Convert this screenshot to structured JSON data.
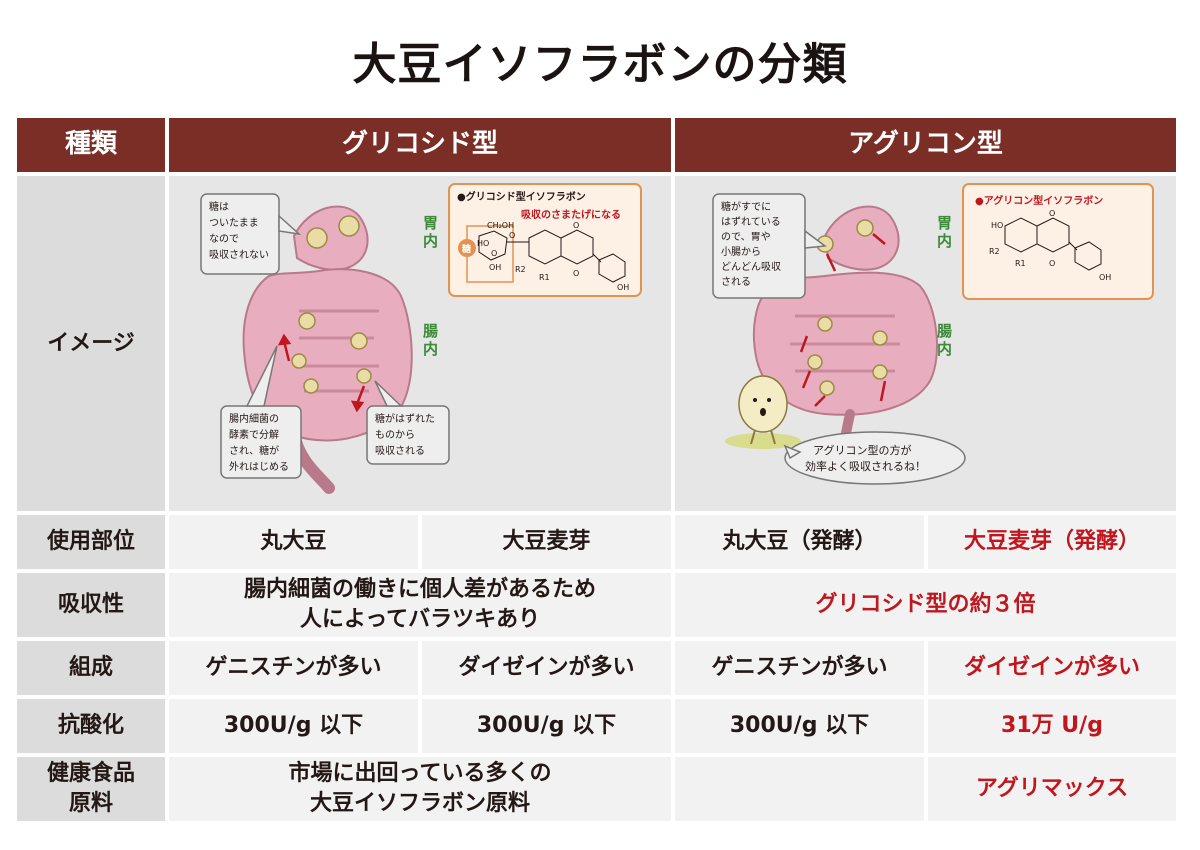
{
  "title": "大豆イソフラボンの分類",
  "header": {
    "type_label": "種類",
    "glycoside": "グリコシド型",
    "aglycone": "アグリコン型"
  },
  "rows": {
    "image_label": "イメージ",
    "part_label": "使用部位",
    "absorb_label": "吸収性",
    "compose_label": "組成",
    "antiox_label": "抗酸化",
    "health_label_1": "健康食品",
    "health_label_2": "原料"
  },
  "part": {
    "g1": "丸大豆",
    "g2": "大豆麦芽",
    "a1": "丸大豆（発酵）",
    "a2": "大豆麦芽（発酵）"
  },
  "absorb": {
    "glycoside_line1": "腸内細菌の働きに個人差があるため",
    "glycoside_line2": "人によってバラツキあり",
    "aglycone": "グリコシド型の約３倍"
  },
  "compose": {
    "g1": "ゲニスチンが多い",
    "g2": "ダイゼインが多い",
    "a1": "ゲニスチンが多い",
    "a2": "ダイゼインが多い"
  },
  "antiox": {
    "g1": "300U/g 以下",
    "g2": "300U/g 以下",
    "a1": "300U/g 以下",
    "a2": "31万 U/g"
  },
  "health": {
    "glycoside_line1": "市場に出回っている多くの",
    "glycoside_line2": "大豆イソフラボン原料",
    "aglycone": "アグリマックス"
  },
  "image_glycoside": {
    "bubble_top": [
      "糖は",
      "ついたまま",
      "なので",
      "吸収されない"
    ],
    "bubble_left": [
      "腸内細菌の",
      "酵素で分解",
      "され、糖が",
      "外れはじめる"
    ],
    "bubble_right": [
      "糖がはずれた",
      "ものから",
      "吸収される"
    ],
    "stomach": [
      "胃",
      "内"
    ],
    "intestine": [
      "腸",
      "内"
    ],
    "box_title": "●グリコシド型イソフラボン",
    "box_note": "吸収のさまたげになる",
    "chem": [
      "CH₂OH",
      "O",
      "HO",
      "OH",
      "O",
      "O",
      "R2",
      "R1",
      "O",
      "OH"
    ],
    "sugar_mark": "糖"
  },
  "image_aglycone": {
    "bubble_top": [
      "糖がすでに",
      "はずれている",
      "ので、胃や",
      "小腸から",
      "どんどん吸収",
      "される"
    ],
    "bubble_bottom": [
      "アグリコン型の方が",
      "効率よく吸収されるね！"
    ],
    "stomach": [
      "胃",
      "内"
    ],
    "intestine": [
      "腸",
      "内"
    ],
    "box_title": "●アグリコン型イソフラボン",
    "chem": [
      "HO",
      "O",
      "R2",
      "R1",
      "O",
      "OH"
    ]
  },
  "colors": {
    "header_bg": "#7a2e26",
    "label_bg": "#dcdcdc",
    "value_bg": "#f2f2f2",
    "highlight": "#c0171f",
    "intestine": "#e8aebf"
  }
}
